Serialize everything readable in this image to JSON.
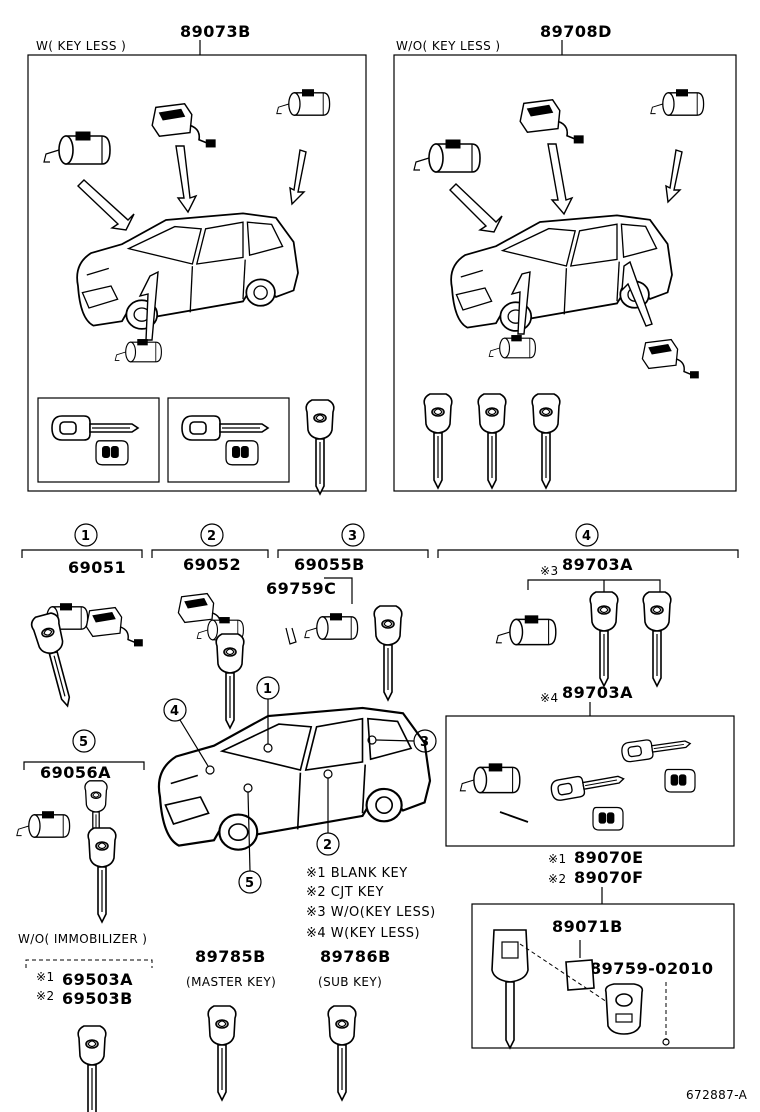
{
  "kits": {
    "keyless": {
      "part_no": "89073B",
      "label": "W( KEY LESS )"
    },
    "no_keyless": {
      "part_no": "89708D",
      "label": "W/O( KEY LESS )"
    }
  },
  "groups": [
    {
      "num": "1",
      "part_no": "69051"
    },
    {
      "num": "2",
      "part_no": "69052"
    },
    {
      "num": "3",
      "part_no": "69055B",
      "sub_part_no": "69759C"
    },
    {
      "num": "4",
      "part_no": "89703A",
      "note_a": "※3",
      "part_no_b": "89703A",
      "note_b": "※4"
    },
    {
      "num": "5",
      "part_no": "69056A"
    }
  ],
  "callouts": [
    "1",
    "2",
    "3",
    "4",
    "5"
  ],
  "notes": {
    "n1": "※1  BLANK KEY",
    "n2": "※2  CJT KEY",
    "n3": "※3  W/O(KEY LESS)",
    "n4": "※4  W(KEY LESS)"
  },
  "immobilizer": {
    "label": "W/O( IMMOBILIZER )",
    "mark1": "※1",
    "part1": "69503A",
    "mark2": "※2",
    "part2": "69503B"
  },
  "master_key": {
    "part_no": "89785B",
    "label": "(MASTER KEY)"
  },
  "sub_key": {
    "part_no": "89786B",
    "label": "(SUB KEY)"
  },
  "key_set": {
    "mark1": "※1",
    "part1": "89070E",
    "mark2": "※2",
    "part2": "89070F",
    "inner_part": "89071B",
    "screw_part": "89759-02010"
  },
  "drawing_no": "672887-A"
}
